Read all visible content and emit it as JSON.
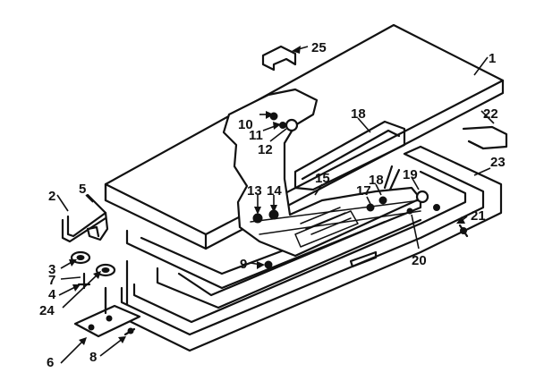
{
  "callouts": {
    "c1": "1",
    "c2": "2",
    "c3": "3",
    "c4": "4",
    "c5": "5",
    "c6": "6",
    "c7": "7",
    "c8": "8",
    "c9": "9",
    "c10": "10",
    "c11": "11",
    "c12": "12",
    "c13": "13",
    "c14": "14",
    "c15": "15",
    "c17": "17",
    "c18": "18",
    "c18b": "18",
    "c19": "19",
    "c20": "20",
    "c21": "21",
    "c22": "22",
    "c23": "23",
    "c24": "24",
    "c25": "25"
  },
  "colors": {
    "ink": "#111111",
    "paper": "#ffffff"
  }
}
